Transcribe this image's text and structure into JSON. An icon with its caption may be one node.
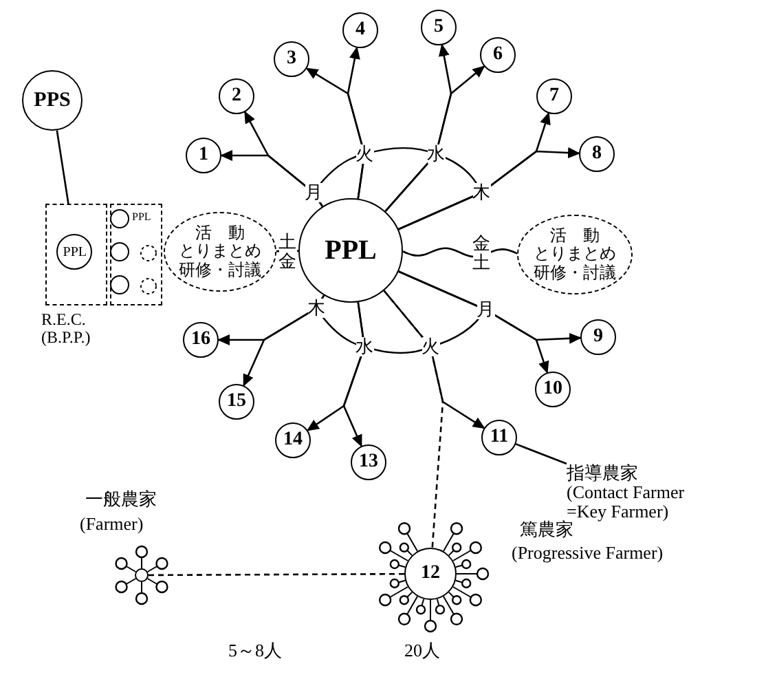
{
  "diagram": {
    "nodes": [
      {
        "text": [
          "PPS"
        ]
      },
      {
        "text": [],
        "shape": "box",
        "beside": [
          "R.E.C. (B.P.P.)"
        ]
      },
      {
        "text": [
          "PPL"
        ],
        "in": 1
      },
      {
        "text": [],
        "shape": "box"
      },
      {
        "text": [],
        "shape": "circle",
        "in": 3,
        "beside": [
          "PPL"
        ]
      },
      {
        "text": [],
        "shape": "circle",
        "in": 3
      },
      {
        "text": [],
        "shape": "circle",
        "in": 3
      },
      {
        "text": [
          "活　動",
          "とりまとめ",
          "研修・討議"
        ]
      },
      {
        "text": [
          "PPL"
        ]
      },
      {
        "text": [
          "活　動",
          "とりまとめ",
          "研修・討議"
        ]
      },
      {
        "text": [
          "1"
        ]
      },
      {
        "text": [
          "2"
        ]
      },
      {
        "text": [
          "3"
        ]
      },
      {
        "text": [
          "4"
        ]
      },
      {
        "text": [
          "5"
        ]
      },
      {
        "text": [
          "6"
        ]
      },
      {
        "text": [
          "7"
        ]
      },
      {
        "text": [
          "8"
        ]
      },
      {
        "text": [
          "9"
        ]
      },
      {
        "text": [
          "10"
        ]
      },
      {
        "text": [
          "11"
        ]
      },
      {
        "text": [
          "12"
        ]
      },
      {
        "text": [
          "13"
        ]
      },
      {
        "text": [
          "14"
        ]
      },
      {
        "text": [
          "15"
        ]
      },
      {
        "text": [
          "16"
        ]
      },
      {
        "text": [
          "指導農家",
          "(Contact Farmer =Key Farmer)"
        ]
      },
      {
        "text": [],
        "shape": "circle"
      }
    ],
    "edges": [
      {
        "from": 0,
        "to": 1,
        "arrow": "none"
      },
      {
        "from": 8,
        "to": 10,
        "arrow": "to",
        "label": "月"
      },
      {
        "from": 8,
        "to": 11,
        "arrow": "to"
      },
      {
        "from": 8,
        "to": 12,
        "arrow": "to",
        "label": "火"
      },
      {
        "from": 8,
        "to": 13,
        "arrow": "to"
      },
      {
        "from": 8,
        "to": 14,
        "arrow": "to",
        "label": "水"
      },
      {
        "from": 8,
        "to": 15,
        "arrow": "to"
      },
      {
        "from": 8,
        "to": 16,
        "arrow": "to",
        "label": "木"
      },
      {
        "from": 8,
        "to": 17,
        "arrow": "to"
      },
      {
        "from": 8,
        "to": 7,
        "arrow": "none",
        "label": "土金"
      },
      {
        "from": 8,
        "to": 9,
        "arrow": "none",
        "label": "金土"
      },
      {
        "from": 8,
        "to": 18,
        "arrow": "to",
        "label": "月"
      },
      {
        "from": 8,
        "to": 19,
        "arrow": "to"
      },
      {
        "from": 8,
        "to": 20,
        "arrow": "to",
        "label": "火"
      },
      {
        "from": 8,
        "to": 21,
        "arrow": "none",
        "style": "dashed"
      },
      {
        "from": 8,
        "to": 22,
        "arrow": "to",
        "label": "水"
      },
      {
        "from": 8,
        "to": 23,
        "arrow": "to"
      },
      {
        "from": 8,
        "to": 24,
        "arrow": "to",
        "label": "木"
      },
      {
        "from": 8,
        "to": 25,
        "arrow": "to"
      },
      {
        "from": 20,
        "to": 26,
        "arrow": "none"
      },
      {
        "from": 27,
        "to": 21,
        "arrow": "none",
        "style": "dashed"
      }
    ],
    "labels": [
      "一般農家",
      "(Farmer)",
      "篤農家",
      "(Progressive Farmer)",
      "5～8人",
      "20人"
    ]
  }
}
